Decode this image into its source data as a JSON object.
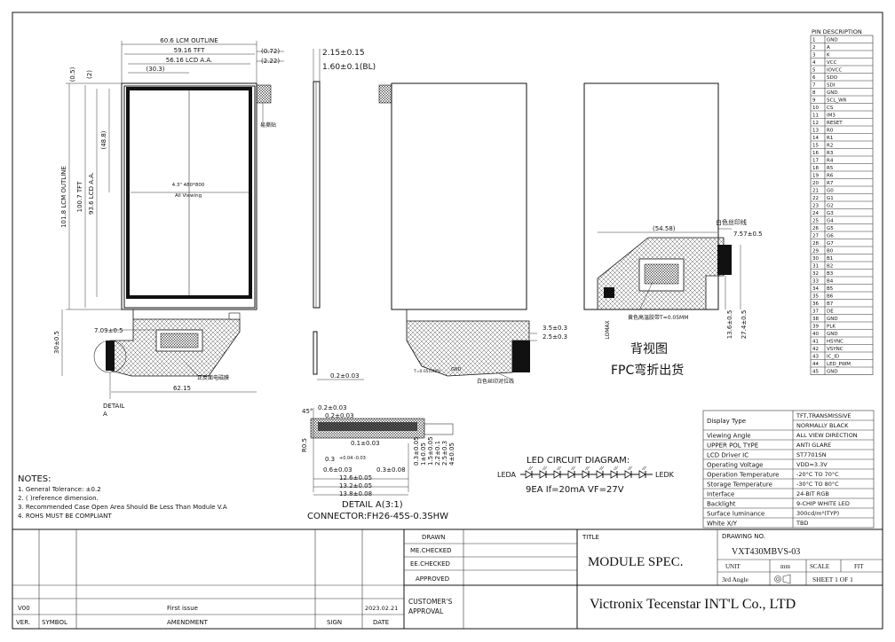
{
  "front_view": {
    "dim_lcm_outline_w": "60.6 LCM OUTLINE",
    "dim_tft_w": "59.16 TFT",
    "dim_lcd_aa_w": "56.16 LCD A.A.",
    "dim_30_3": "(30.3)",
    "dim_0_72": "(0.72)",
    "dim_2_22": "(2.22)",
    "dim_0_5": "(0.5)",
    "dim_2": "(2)",
    "dim_48_8": "(48.8)",
    "dim_lcm_outline_h": "101.8 LCM OUTLINE",
    "dim_tft_h": "100.7 TFT",
    "dim_lcd_aa_h": "93.6 LCD A.A.",
    "center_label_1": "4.3\" 480*800",
    "center_label_2": "All Viewing",
    "tape_label": "易撕贴",
    "dim_7_09": "7.09±0.5",
    "dim_30": "30±0.5",
    "dim_62_15": "62.15",
    "detail_label": "DETAIL",
    "detail_letter": "A",
    "stiffener_label": "正反面电磁膜"
  },
  "side_view": {
    "dim_2_15": "2.15±0.15",
    "dim_1_60": "1.60±0.1(BL)",
    "dim_0_2": "0.2±0.03"
  },
  "back_view_1": {
    "small_label": "T=0.05(GND)",
    "gnd_label": "GND",
    "white_line_label": "白色丝印对位线",
    "dim_3_5": "3.5±0.3",
    "dim_2_5": "2.5±0.3"
  },
  "back_view_2": {
    "white_line_label": "白色丝印线",
    "dim_7_57": "7.57±0.5",
    "dim_54_58": "(54.58)",
    "dim_13_6": "13.6±0.5",
    "dim_27_4": "27.4±0.5",
    "lomax_label": "LOMAX",
    "tape_label": "黄色高温胶带T=0.05MM",
    "back_title": "背视图",
    "fpc_title": "FPC弯折出货"
  },
  "detail_a": {
    "dim_0_2a": "0.2±0.03",
    "dim_0_2b": "0.2±0.03",
    "angle_45": "45°",
    "dim_r0_5": "R0.5",
    "dim_0_1": "0.1±0.03",
    "dim_0_3": "0.3",
    "dim_0_3_tol": "+0.04 -0.03",
    "dim_0_6": "0.6±0.03",
    "dim_0_3b": "0.3±0.08",
    "dim_12_6": "12.6±0.05",
    "dim_13_2": "13.2±0.05",
    "dim_13_8": "13.8±0.08",
    "v_dims": [
      "0.3±0.05",
      "1±0.05",
      "1.5±0.05",
      "2.2±0.1",
      "2.5±0.3",
      "4±0.05"
    ],
    "title": "DETAIL A(3:1)",
    "connector": "CONNECTOR:FH26-45S-0.3SHW"
  },
  "led_circuit": {
    "title": "LED CIRCUIT DIAGRAM:",
    "leda": "LEDA",
    "ledk": "LEDK",
    "spec": "9EA If=20mA VF=27V"
  },
  "notes": {
    "title": "NOTES:",
    "items": [
      "1. General Tolerance: ±0.2",
      "2. (    )reference dimension.",
      "3. Recommended Case Open Area Should Be Less Than Module V.A",
      "4. ROHS   MUST BE COMPLIANT"
    ]
  },
  "pin_description": {
    "title": "PIN DESCRIPTION",
    "pins": [
      [
        "1",
        "GND"
      ],
      [
        "2",
        "A"
      ],
      [
        "3",
        "K"
      ],
      [
        "4",
        "VCC"
      ],
      [
        "5",
        "IOVCC"
      ],
      [
        "6",
        "SDO"
      ],
      [
        "7",
        "SDI"
      ],
      [
        "8",
        "GND"
      ],
      [
        "9",
        "SCL_WR"
      ],
      [
        "10",
        "CS"
      ],
      [
        "11",
        "IM3"
      ],
      [
        "12",
        "RESET"
      ],
      [
        "13",
        "R0"
      ],
      [
        "14",
        "R1"
      ],
      [
        "15",
        "R2"
      ],
      [
        "16",
        "R3"
      ],
      [
        "17",
        "R4"
      ],
      [
        "18",
        "R5"
      ],
      [
        "19",
        "R6"
      ],
      [
        "20",
        "R7"
      ],
      [
        "21",
        "G0"
      ],
      [
        "22",
        "G1"
      ],
      [
        "23",
        "G2"
      ],
      [
        "24",
        "G3"
      ],
      [
        "25",
        "G4"
      ],
      [
        "26",
        "G5"
      ],
      [
        "27",
        "G6"
      ],
      [
        "28",
        "G7"
      ],
      [
        "29",
        "B0"
      ],
      [
        "30",
        "B1"
      ],
      [
        "31",
        "B2"
      ],
      [
        "32",
        "B3"
      ],
      [
        "33",
        "B4"
      ],
      [
        "34",
        "B5"
      ],
      [
        "35",
        "B6"
      ],
      [
        "36",
        "B7"
      ],
      [
        "37",
        "DE"
      ],
      [
        "38",
        "GND"
      ],
      [
        "39",
        "PLK"
      ],
      [
        "40",
        "GND"
      ],
      [
        "41",
        "HSYNC"
      ],
      [
        "42",
        "VSYNC"
      ],
      [
        "43",
        "IC_ID"
      ],
      [
        "44",
        "LED_PWM"
      ],
      [
        "45",
        "GND"
      ]
    ]
  },
  "spec_table": {
    "rows": [
      [
        "Display Type",
        "TFT,TRANSMISSIVE"
      ],
      [
        "",
        "NORMALLY BLACK"
      ],
      [
        "Viewing Angle",
        "ALL VIEW DIRECTION"
      ],
      [
        "UPPER POL TYPE",
        "ANTI GLARE"
      ],
      [
        "LCD Driver IC",
        "ST7701SN"
      ],
      [
        "Operating Voltage",
        "VDD=3.3V"
      ],
      [
        "Operation Temperature",
        "-20°C TO 70°C"
      ],
      [
        "Storage Temperature",
        "-30°C TO 80°C"
      ],
      [
        "Interface",
        "24-BIT RGB"
      ],
      [
        "Backlight",
        "9-CHIP WHITE LED"
      ],
      [
        "Surface luminance",
        "300cd/m²(TYP)"
      ],
      [
        "White X/Y",
        "TBD"
      ]
    ]
  },
  "title_block": {
    "drawn": "DRAWN",
    "me_checked": "ME.CHECKED",
    "ee_checked": "EE.CHECKED",
    "approved": "APPROVED",
    "customer_approval_1": "CUSTOMER'S",
    "customer_approval_2": "APPROVAL",
    "title_label": "TITLE",
    "title_value": "MODULE SPEC.",
    "drawing_no_label": "DRAWING NO.",
    "drawing_no": "VXT430MBVS-03",
    "unit_label": "UNIT",
    "unit_value": "mm",
    "scale_label": "SCALE",
    "fit_label": "FIT",
    "angle": "3rd Angle",
    "sheet": "SHEET 1 OF 1",
    "company": "Victronix Tecenstar INT'L Co., LTD",
    "rev_ver": "V00",
    "rev_amendment": "First issue",
    "rev_date": "2023.02.21",
    "hdr_ver": "VER.",
    "hdr_symbol": "SYMBOL",
    "hdr_amendment": "AMENDMENT",
    "hdr_sign": "SIGN",
    "hdr_date": "DATE"
  }
}
